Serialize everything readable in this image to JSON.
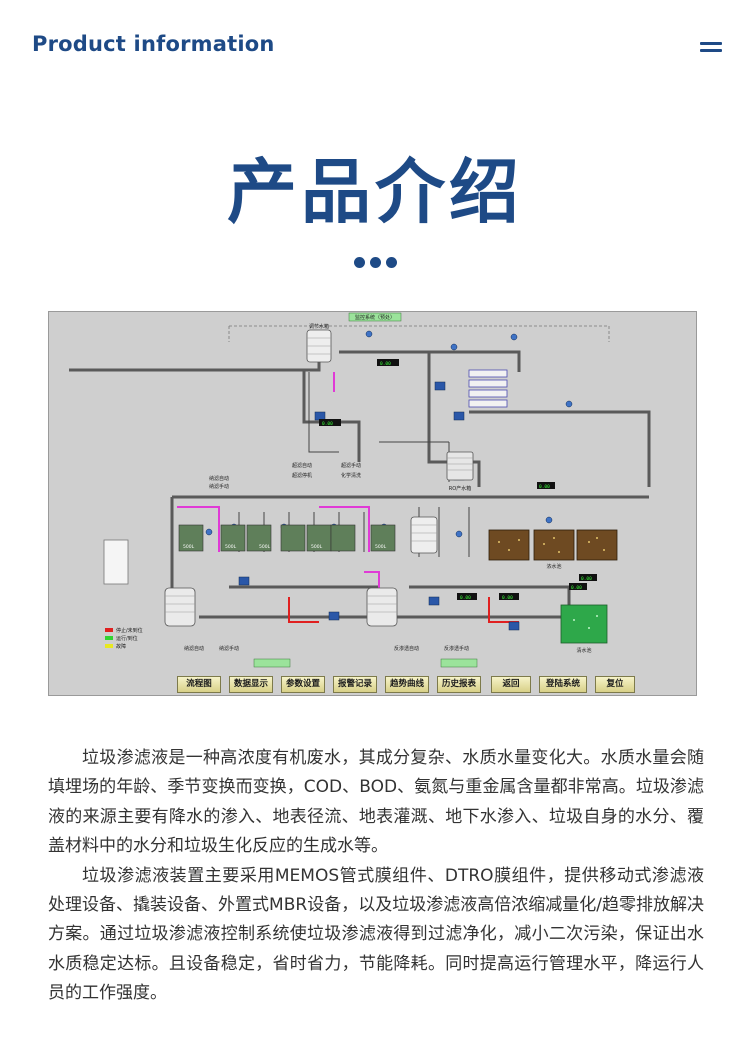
{
  "header": {
    "brand": "Product information",
    "menu_icon": "menu-icon"
  },
  "title": "产品介绍",
  "scada": {
    "top_label": "监控系统（预处）",
    "status_values": [
      "0.00",
      "0.00",
      "0.00",
      "0.00",
      "0.00",
      "0.00",
      "0.00"
    ],
    "tank_labels": [
      "500L",
      "500L",
      "500L",
      "500L",
      "500L"
    ],
    "tank_tags": [
      "调节水箱",
      "RO产水箱",
      "浓水池",
      "清水池"
    ],
    "area_labels": [
      "超滤自动",
      "超滤手动",
      "超滤停机",
      "化学清洗",
      "纳滤自动",
      "纳滤手动",
      "反渗透自动",
      "反渗透手动"
    ],
    "legend": [
      "停止/未到位",
      "运行/到位",
      "故障"
    ],
    "buttons": [
      "流程图",
      "数据显示",
      "参数设置",
      "报警记录",
      "趋势曲线",
      "历史报表",
      "返回",
      "登陆系统",
      "复位"
    ]
  },
  "description": {
    "paragraphs": [
      "垃圾渗滤液是一种高浓度有机废水，其成分复杂、水质水量变化大。水质水量会随填埋场的年龄、季节变换而变换，COD、BOD、氨氮与重金属含量都非常高。垃圾渗滤液的来源主要有降水的渗入、地表径流、地表灌溉、地下水渗入、垃圾自身的水分、覆盖材料中的水分和垃圾生化反应的生成水等。",
      "垃圾渗滤液装置主要采用MEMOS管式膜组件、DTRO膜组件，提供移动式渗滤液处理设备、撬装设备、外置式MBR设备，以及垃圾渗滤液高倍浓缩减量化/趋零排放解决方案。通过垃圾渗滤液控制系统使垃圾渗滤液得到过滤净化，减小二次污染，保证出水水质稳定达标。且设备稳定，省时省力，节能降耗。同时提高运行管理水平，降运行人员的工作强度。"
    ]
  },
  "colors": {
    "brand": "#1e4a86",
    "scada_bg": "#cfcfcf",
    "pipe": "#555555",
    "pipe_pink": "#e03ad6",
    "pipe_red": "#e02020",
    "tank_green": "#2ea84a"
  }
}
